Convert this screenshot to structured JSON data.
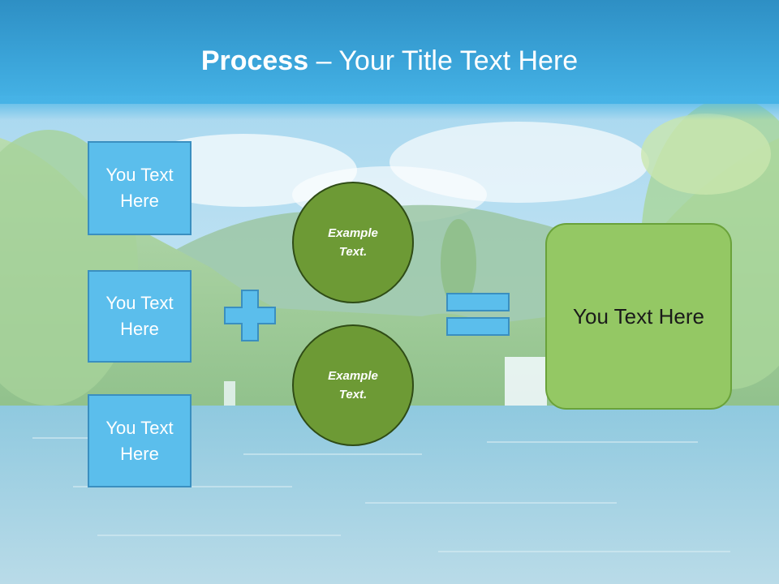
{
  "slide": {
    "title_bold": "Process",
    "title_separator": "–",
    "title_light": "Your Title Text Here"
  },
  "inputs": [
    {
      "label": "You Text Here"
    },
    {
      "label": "You Text Here"
    },
    {
      "label": "You Text Here"
    }
  ],
  "circles": [
    {
      "label": "Example Text."
    },
    {
      "label": "Example Text."
    }
  ],
  "result": {
    "label": "You Text Here"
  },
  "colors": {
    "title_band": "#3aa3d8",
    "input_box": "#5bbeec",
    "circle": "#6d9a35",
    "result_box": "#94c864"
  },
  "icons": {
    "plus": "plus-icon",
    "equals": "equals-icon"
  }
}
